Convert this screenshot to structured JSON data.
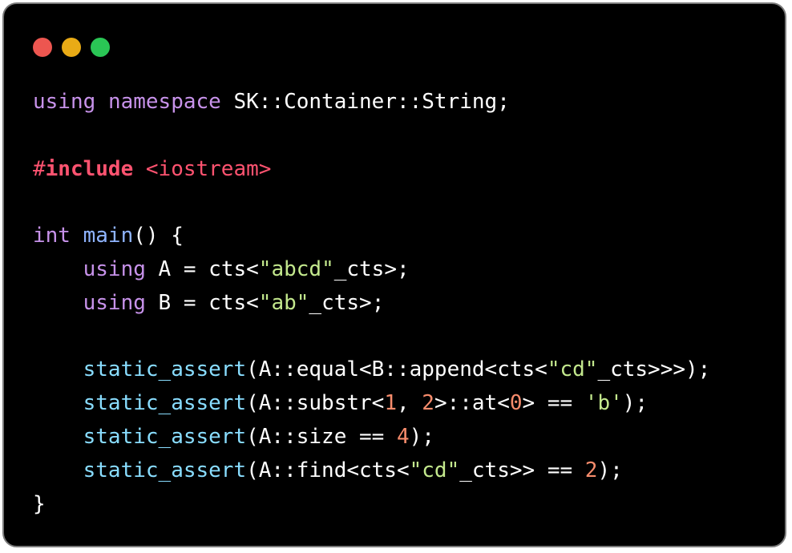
{
  "window": {
    "controls": [
      {
        "name": "close",
        "color": "#ed5650"
      },
      {
        "name": "minimize",
        "color": "#e9ab16"
      },
      {
        "name": "maximize",
        "color": "#2ac655"
      }
    ]
  },
  "code": {
    "lines": [
      [
        [
          "kw",
          "using"
        ],
        [
          "plain",
          " "
        ],
        [
          "kw",
          "namespace"
        ],
        [
          "plain",
          " SK::Container::String;"
        ]
      ],
      [],
      [
        [
          "hash",
          "#"
        ],
        [
          "pp",
          "include"
        ],
        [
          "plain",
          " "
        ],
        [
          "inc",
          "<iostream>"
        ]
      ],
      [],
      [
        [
          "kw",
          "int"
        ],
        [
          "plain",
          " "
        ],
        [
          "fn",
          "main"
        ],
        [
          "plain",
          "() {"
        ]
      ],
      [
        [
          "plain",
          "    "
        ],
        [
          "kw",
          "using"
        ],
        [
          "plain",
          " A = cts<"
        ],
        [
          "str",
          "\"abcd\""
        ],
        [
          "plain",
          "_cts>;"
        ]
      ],
      [
        [
          "plain",
          "    "
        ],
        [
          "kw",
          "using"
        ],
        [
          "plain",
          " B = cts<"
        ],
        [
          "str",
          "\"ab\""
        ],
        [
          "plain",
          "_cts>;"
        ]
      ],
      [],
      [
        [
          "plain",
          "    "
        ],
        [
          "fnc",
          "static_assert"
        ],
        [
          "plain",
          "(A::equal<B::append<cts<"
        ],
        [
          "str",
          "\"cd\""
        ],
        [
          "plain",
          "_cts>>>);"
        ]
      ],
      [
        [
          "plain",
          "    "
        ],
        [
          "fnc",
          "static_assert"
        ],
        [
          "plain",
          "(A::substr<"
        ],
        [
          "num",
          "1"
        ],
        [
          "plain",
          ", "
        ],
        [
          "num",
          "2"
        ],
        [
          "plain",
          ">::at<"
        ],
        [
          "num",
          "0"
        ],
        [
          "plain",
          "> == "
        ],
        [
          "str",
          "'b'"
        ],
        [
          "plain",
          ");"
        ]
      ],
      [
        [
          "plain",
          "    "
        ],
        [
          "fnc",
          "static_assert"
        ],
        [
          "plain",
          "(A::size == "
        ],
        [
          "num",
          "4"
        ],
        [
          "plain",
          ");"
        ]
      ],
      [
        [
          "plain",
          "    "
        ],
        [
          "fnc",
          "static_assert"
        ],
        [
          "plain",
          "(A::find<cts<"
        ],
        [
          "str",
          "\"cd\""
        ],
        [
          "plain",
          "_cts>> == "
        ],
        [
          "num",
          "2"
        ],
        [
          "plain",
          ");"
        ]
      ],
      [
        [
          "plain",
          "}"
        ]
      ]
    ]
  }
}
